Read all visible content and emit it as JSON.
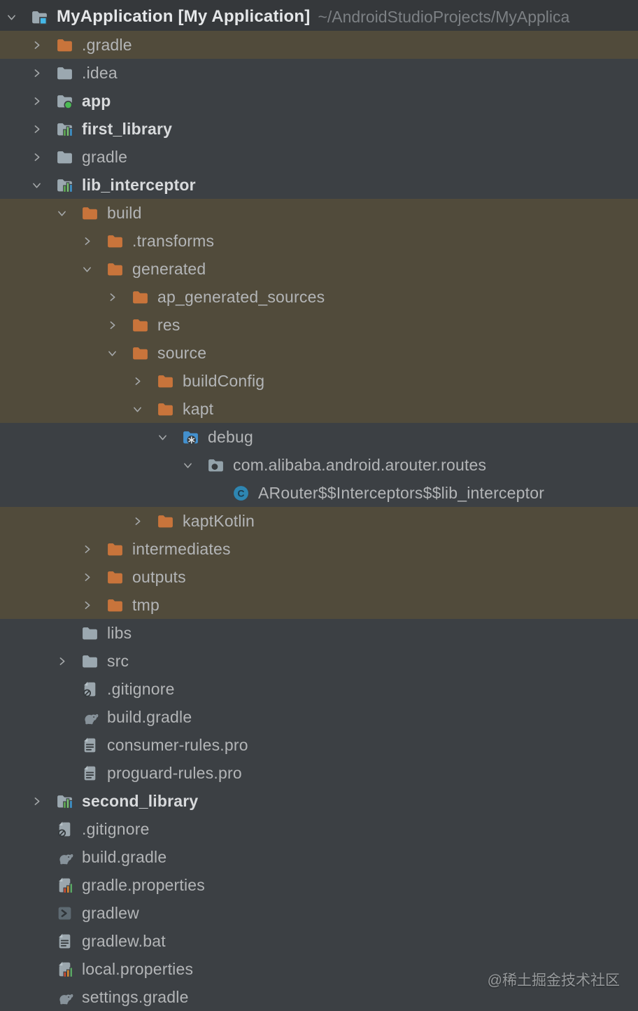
{
  "colors": {
    "background": "#3C4044",
    "top_row_background": "#35383B",
    "highlight_row_background": "#514B3B",
    "text": "#B3B5B7",
    "bold_text": "#D8DADC",
    "path_text": "#7C8084",
    "excluded_folder_orange": "#C8743B",
    "folder_gray": "#9BA8B0",
    "generated_folder_blue": "#4390CE",
    "class_icon_blue": "#2E86B2",
    "app_badge_green": "#4CBB54",
    "project_badge_blue": "#45B8E8"
  },
  "tree": {
    "rows": [
      {
        "label": "MyApplication [My Application]",
        "suffix": "~/AndroidStudioProjects/MyApplica",
        "level": 0,
        "chevron": "down",
        "icon": "project-folder",
        "bold": true,
        "highlight": false
      },
      {
        "label": ".gradle",
        "suffix": "",
        "level": 1,
        "chevron": "right",
        "icon": "excluded-folder",
        "bold": false,
        "highlight": true
      },
      {
        "label": ".idea",
        "suffix": "",
        "level": 1,
        "chevron": "right",
        "icon": "folder",
        "bold": false,
        "highlight": false
      },
      {
        "label": "app",
        "suffix": "",
        "level": 1,
        "chevron": "right",
        "icon": "android-app-folder",
        "bold": true,
        "highlight": false
      },
      {
        "label": "first_library",
        "suffix": "",
        "level": 1,
        "chevron": "right",
        "icon": "module-folder",
        "bold": true,
        "highlight": false
      },
      {
        "label": "gradle",
        "suffix": "",
        "level": 1,
        "chevron": "right",
        "icon": "folder",
        "bold": false,
        "highlight": false
      },
      {
        "label": "lib_interceptor",
        "suffix": "",
        "level": 1,
        "chevron": "down",
        "icon": "module-folder",
        "bold": true,
        "highlight": false
      },
      {
        "label": "build",
        "suffix": "",
        "level": 2,
        "chevron": "down",
        "icon": "excluded-folder",
        "bold": false,
        "highlight": true
      },
      {
        "label": ".transforms",
        "suffix": "",
        "level": 3,
        "chevron": "right",
        "icon": "excluded-folder",
        "bold": false,
        "highlight": true
      },
      {
        "label": "generated",
        "suffix": "",
        "level": 3,
        "chevron": "down",
        "icon": "excluded-folder",
        "bold": false,
        "highlight": true
      },
      {
        "label": "ap_generated_sources",
        "suffix": "",
        "level": 4,
        "chevron": "right",
        "icon": "excluded-folder",
        "bold": false,
        "highlight": true
      },
      {
        "label": "res",
        "suffix": "",
        "level": 4,
        "chevron": "right",
        "icon": "excluded-folder",
        "bold": false,
        "highlight": true
      },
      {
        "label": "source",
        "suffix": "",
        "level": 4,
        "chevron": "down",
        "icon": "excluded-folder",
        "bold": false,
        "highlight": true
      },
      {
        "label": "buildConfig",
        "suffix": "",
        "level": 5,
        "chevron": "right",
        "icon": "excluded-folder",
        "bold": false,
        "highlight": true
      },
      {
        "label": "kapt",
        "suffix": "",
        "level": 5,
        "chevron": "down",
        "icon": "excluded-folder",
        "bold": false,
        "highlight": true
      },
      {
        "label": "debug",
        "suffix": "",
        "level": 6,
        "chevron": "down",
        "icon": "generated-sources-folder",
        "bold": false,
        "highlight": false
      },
      {
        "label": "com.alibaba.android.arouter.routes",
        "suffix": "",
        "level": 7,
        "chevron": "down",
        "icon": "package-folder",
        "bold": false,
        "highlight": false
      },
      {
        "label": "ARouter$$Interceptors$$lib_interceptor",
        "suffix": "",
        "level": 8,
        "chevron": "none",
        "icon": "class",
        "bold": false,
        "highlight": false
      },
      {
        "label": "kaptKotlin",
        "suffix": "",
        "level": 5,
        "chevron": "right",
        "icon": "excluded-folder",
        "bold": false,
        "highlight": true
      },
      {
        "label": "intermediates",
        "suffix": "",
        "level": 3,
        "chevron": "right",
        "icon": "excluded-folder",
        "bold": false,
        "highlight": true
      },
      {
        "label": "outputs",
        "suffix": "",
        "level": 3,
        "chevron": "right",
        "icon": "excluded-folder",
        "bold": false,
        "highlight": true
      },
      {
        "label": "tmp",
        "suffix": "",
        "level": 3,
        "chevron": "right",
        "icon": "excluded-folder",
        "bold": false,
        "highlight": true
      },
      {
        "label": "libs",
        "suffix": "",
        "level": 2,
        "chevron": "none",
        "icon": "folder",
        "bold": false,
        "highlight": false
      },
      {
        "label": "src",
        "suffix": "",
        "level": 2,
        "chevron": "right",
        "icon": "folder",
        "bold": false,
        "highlight": false
      },
      {
        "label": ".gitignore",
        "suffix": "",
        "level": 2,
        "chevron": "none",
        "icon": "gitignore-file",
        "bold": false,
        "highlight": false
      },
      {
        "label": "build.gradle",
        "suffix": "",
        "level": 2,
        "chevron": "none",
        "icon": "gradle-file",
        "bold": false,
        "highlight": false
      },
      {
        "label": "consumer-rules.pro",
        "suffix": "",
        "level": 2,
        "chevron": "none",
        "icon": "text-file",
        "bold": false,
        "highlight": false
      },
      {
        "label": "proguard-rules.pro",
        "suffix": "",
        "level": 2,
        "chevron": "none",
        "icon": "text-file",
        "bold": false,
        "highlight": false
      },
      {
        "label": "second_library",
        "suffix": "",
        "level": 1,
        "chevron": "right",
        "icon": "module-folder",
        "bold": true,
        "highlight": false
      },
      {
        "label": ".gitignore",
        "suffix": "",
        "level": 1,
        "chevron": "none",
        "icon": "gitignore-file",
        "bold": false,
        "highlight": false
      },
      {
        "label": "build.gradle",
        "suffix": "",
        "level": 1,
        "chevron": "none",
        "icon": "gradle-file",
        "bold": false,
        "highlight": false
      },
      {
        "label": "gradle.properties",
        "suffix": "",
        "level": 1,
        "chevron": "none",
        "icon": "properties-file",
        "bold": false,
        "highlight": false
      },
      {
        "label": "gradlew",
        "suffix": "",
        "level": 1,
        "chevron": "none",
        "icon": "shell-script-file",
        "bold": false,
        "highlight": false
      },
      {
        "label": "gradlew.bat",
        "suffix": "",
        "level": 1,
        "chevron": "none",
        "icon": "text-file",
        "bold": false,
        "highlight": false
      },
      {
        "label": "local.properties",
        "suffix": "",
        "level": 1,
        "chevron": "none",
        "icon": "properties-file",
        "bold": false,
        "highlight": false
      },
      {
        "label": "settings.gradle",
        "suffix": "",
        "level": 1,
        "chevron": "none",
        "icon": "gradle-file",
        "bold": false,
        "highlight": false
      }
    ]
  },
  "watermark": {
    "text": "@稀土掘金技术社区"
  }
}
